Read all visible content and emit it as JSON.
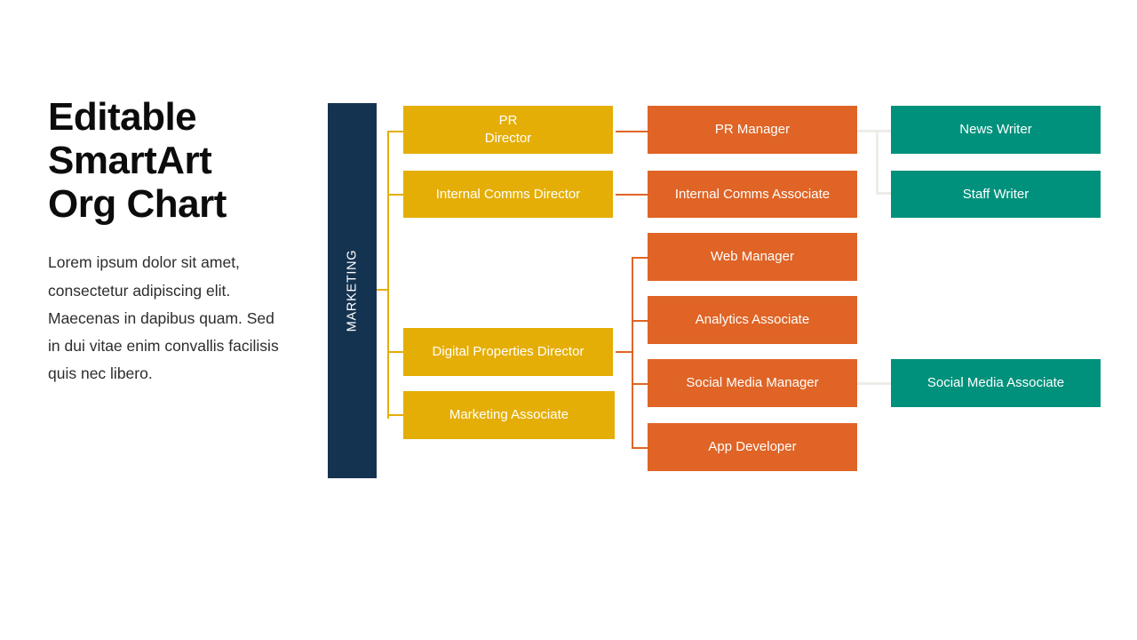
{
  "slide": {
    "headline": "Editable\nSmartArt\nOrg Chart",
    "body": "Lorem ipsum dolor sit amet, consectetur adipiscing elit. Maecenas in dapibus quam. Sed in dui vitae enim convallis facilisis quis nec libero."
  },
  "colors": {
    "navy": "#143350",
    "yellow": "#E5AE06",
    "orange": "#DF6426",
    "teal": "#00917C",
    "connector_gray": "#EDECE7",
    "background": "#FFFFFF",
    "text_dark": "#0C0C0C",
    "text_light": "#FFFFFF"
  },
  "chart_data": {
    "type": "org-chart",
    "title": "Editable SmartArt Org Chart",
    "root": "MARKETING",
    "levels": [
      {
        "level": 1,
        "color": "#143350",
        "names": [
          "MARKETING"
        ]
      },
      {
        "level": 2,
        "color": "#E5AE06",
        "names": [
          "PR\nDirector",
          "Internal Comms Director",
          "Digital Properties Director",
          "Marketing Associate"
        ]
      },
      {
        "level": 3,
        "color": "#DF6426",
        "names": [
          "PR Manager",
          "Internal Comms Associate",
          "Web Manager",
          "Analytics Associate",
          "Social Media Manager",
          "App Developer"
        ]
      },
      {
        "level": 4,
        "color": "#00917C",
        "names": [
          "News Writer",
          "Staff Writer",
          "Social Media Associate"
        ]
      }
    ],
    "edges": [
      {
        "from": "MARKETING",
        "to": "PR Director"
      },
      {
        "from": "MARKETING",
        "to": "Internal Comms Director"
      },
      {
        "from": "MARKETING",
        "to": "Digital Properties Director"
      },
      {
        "from": "MARKETING",
        "to": "Marketing Associate"
      },
      {
        "from": "PR Director",
        "to": "PR Manager"
      },
      {
        "from": "Internal Comms Director",
        "to": "Internal Comms Associate"
      },
      {
        "from": "Digital Properties Director",
        "to": "Web Manager"
      },
      {
        "from": "Digital Properties Director",
        "to": "Analytics Associate"
      },
      {
        "from": "Digital Properties Director",
        "to": "Social Media Manager"
      },
      {
        "from": "Digital Properties Director",
        "to": "App Developer"
      },
      {
        "from": "PR Manager",
        "to": "News Writer"
      },
      {
        "from": "PR Manager",
        "to": "Staff Writer"
      },
      {
        "from": "Social Media Manager",
        "to": "Social Media Associate"
      }
    ]
  },
  "nodes": {
    "marketing": "MARKETING",
    "pr_director": "PR\nDirector",
    "internal_comms_director": "Internal Comms Director",
    "digital_properties_director": "Digital Properties Director",
    "marketing_associate": "Marketing Associate",
    "pr_manager": "PR Manager",
    "internal_comms_associate": "Internal Comms Associate",
    "web_manager": "Web Manager",
    "analytics_associate": "Analytics Associate",
    "social_media_manager": "Social Media Manager",
    "app_developer": "App Developer",
    "news_writer": "News Writer",
    "staff_writer": "Staff Writer",
    "social_media_associate": "Social Media Associate"
  }
}
